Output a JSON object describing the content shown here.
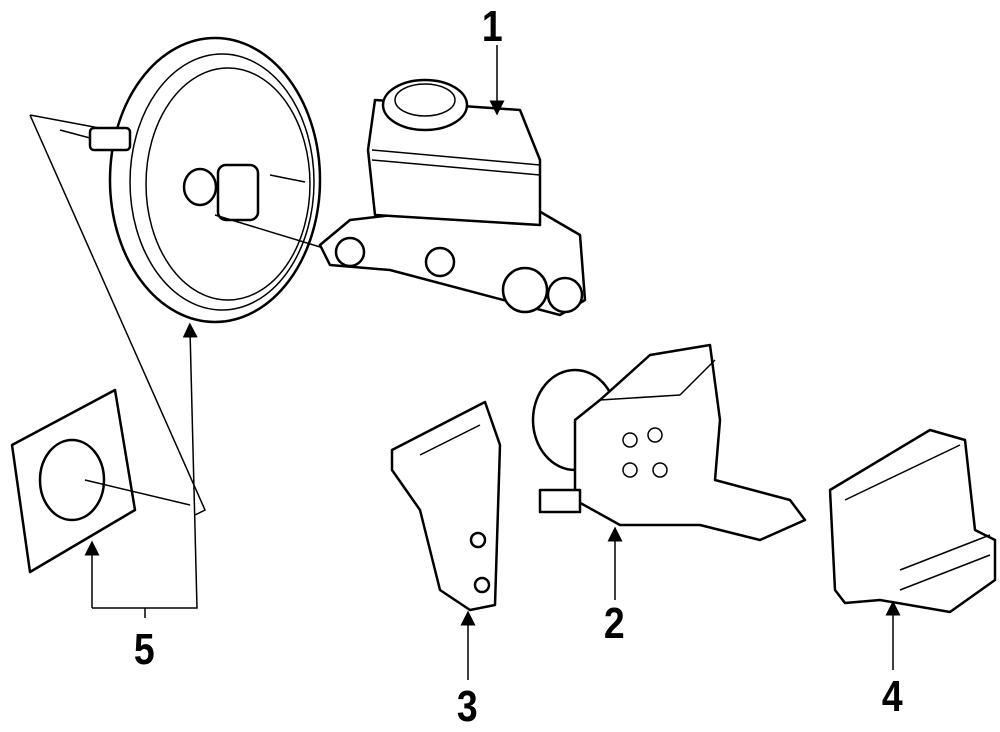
{
  "diagram": {
    "callouts": [
      {
        "number": "1",
        "part": "master-cylinder"
      },
      {
        "number": "2",
        "part": "abs-modulator"
      },
      {
        "number": "3",
        "part": "mounting-bracket"
      },
      {
        "number": "4",
        "part": "control-module"
      },
      {
        "number": "5",
        "part": "brake-booster-and-gasket"
      }
    ]
  }
}
